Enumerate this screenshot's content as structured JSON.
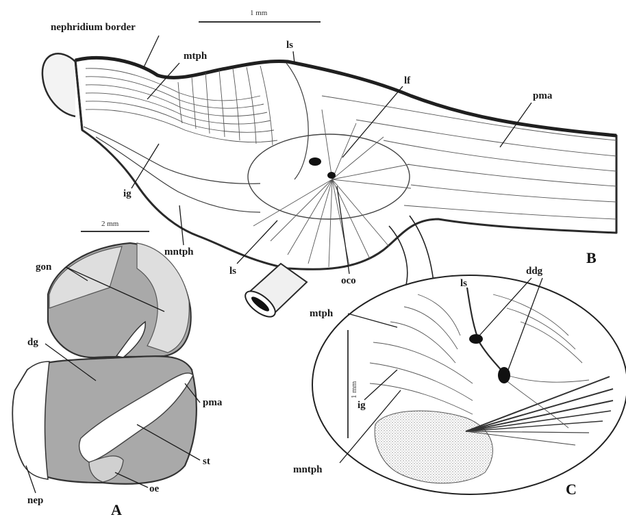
{
  "panels": {
    "a": "A",
    "b": "B",
    "c": "C"
  },
  "scale_bars": {
    "panel_b": "1 mm",
    "panel_a": "2 mm",
    "panel_c": "1 mm"
  },
  "panel_b_labels": {
    "nephridium_border": "nephridium border",
    "mtph": "mtph",
    "ls_top": "ls",
    "lf": "lf",
    "pma": "pma",
    "ig": "ig",
    "mntph": "mntph",
    "ls_bottom": "ls",
    "oco": "oco"
  },
  "panel_a_labels": {
    "gon": "gon",
    "dg": "dg",
    "pma": "pma",
    "st": "st",
    "oe": "oe",
    "nep": "nep"
  },
  "panel_c_labels": {
    "ls": "ls",
    "ddg": "ddg",
    "mtph": "mtph",
    "ig": "ig",
    "mntph": "mntph"
  },
  "colors": {
    "ink": "#2a2a2a",
    "stipple": "#9a9a9a",
    "gland_dark": "#a9a9a9",
    "gland_light": "#dedede"
  }
}
